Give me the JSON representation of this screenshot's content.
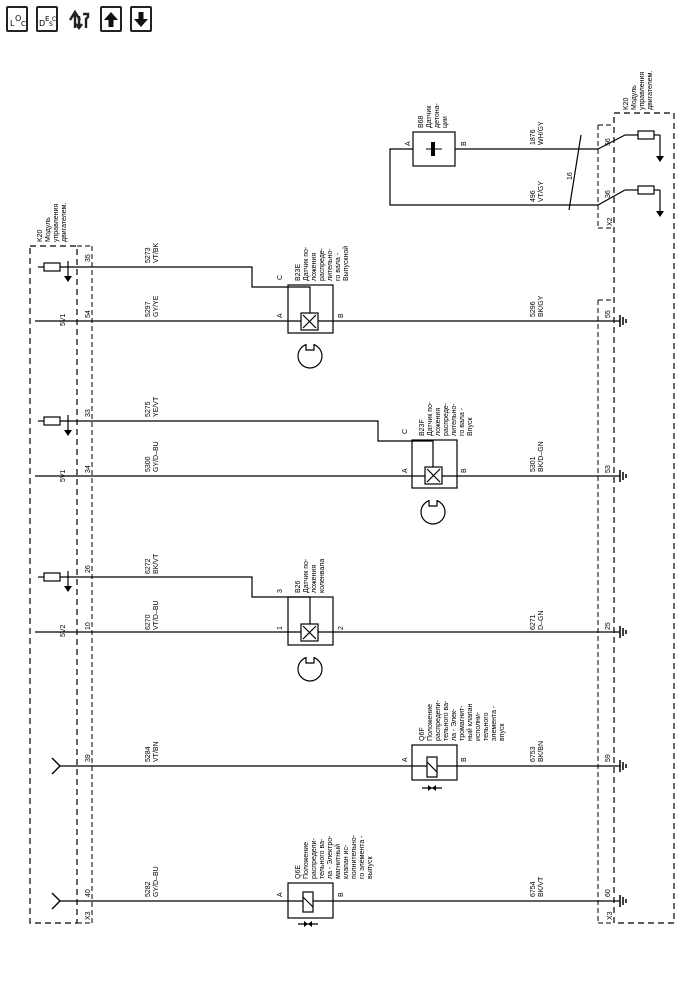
{
  "toolbar": {
    "buttons": [
      {
        "id": "loc",
        "label": "LOC",
        "icon": "loc-icon"
      },
      {
        "id": "desc",
        "label": "DESC",
        "icon": "desc-icon"
      },
      {
        "id": "tools",
        "icon": "wrench-arrows-icon"
      },
      {
        "id": "up",
        "icon": "arrow-up-icon"
      },
      {
        "id": "down",
        "icon": "arrow-down-icon"
      }
    ]
  },
  "modules": {
    "left": {
      "ref": "K20",
      "lines": [
        "Модуль",
        "управления",
        "двигателем."
      ],
      "x3": "X3"
    },
    "right": {
      "ref": "K20",
      "lines": [
        "Модуль",
        "управления",
        "двигателем."
      ],
      "x2": "X2",
      "x3": "X3"
    }
  },
  "components": {
    "b68": {
      "ref": "B68",
      "lines": [
        "Датчик",
        "детона-",
        "ции"
      ],
      "pinA": "A",
      "pinB": "B",
      "wire_top": {
        "num": "1876",
        "color": "WH/GY",
        "pin": "56"
      },
      "wire_bot": {
        "num": "496",
        "color": "VT/GY",
        "pin": "36"
      },
      "twist": "16"
    },
    "b23e": {
      "ref": "B23E",
      "lines": [
        "Датчик по-",
        "ложения",
        "распреде-",
        "лительно-",
        "го вала -",
        "Выпускной"
      ],
      "pinA": "A",
      "pinB": "B",
      "pinC": "C",
      "wire_c": {
        "num": "5273",
        "color": "VT/BK",
        "pin": "35"
      },
      "wire_a": {
        "num": "5297",
        "color": "GY/YE",
        "pin": "54",
        "volt": "5V1"
      },
      "wire_b": {
        "num": "5296",
        "color": "BK/GY",
        "pin": "55"
      }
    },
    "b23f": {
      "ref": "B23F",
      "lines": [
        "Датчик по-",
        "ложения",
        "распреде-",
        "лительно-",
        "го вала -",
        "Впуск"
      ],
      "pinA": "A",
      "pinB": "B",
      "pinC": "C",
      "wire_c": {
        "num": "5275",
        "color": "YE/VT",
        "pin": "33"
      },
      "wire_a": {
        "num": "5300",
        "color": "GY/D–BU",
        "pin": "34",
        "volt": "5V1"
      },
      "wire_b": {
        "num": "5301",
        "color": "BK/D–GN",
        "pin": "53"
      }
    },
    "b26": {
      "ref": "B26",
      "lines": [
        "Датчик по-",
        "ложения",
        "коленвала"
      ],
      "pin1": "1",
      "pin2": "2",
      "pin3": "3",
      "wire_3": {
        "num": "6272",
        "color": "BK/VT",
        "pin": "26"
      },
      "wire_1": {
        "num": "6270",
        "color": "VT/D–BU",
        "pin": "10",
        "volt": "5V2"
      },
      "wire_2": {
        "num": "6271",
        "color": "D–GN",
        "pin": "25"
      }
    },
    "q6f": {
      "ref": "Q6F",
      "lines": [
        "Положение",
        "распредели-",
        "тельного ва-",
        "ла - Элек-",
        "тромагнит-",
        "ный клапан",
        "исполни-",
        "тельного",
        "элемента -",
        "впуск"
      ],
      "pinA": "A",
      "pinB": "B",
      "wire_a": {
        "num": "5284",
        "color": "VT/BN",
        "pin": "39"
      },
      "wire_b": {
        "num": "6753",
        "color": "BK/BN",
        "pin": "59"
      }
    },
    "q6e": {
      "ref": "Q6E",
      "lines": [
        "Положение",
        "распредели-",
        "тельного ва-",
        "ла - Электро-",
        "магнитный",
        "клапан ис-",
        "полнительно-",
        "го элемента -",
        "выпуск"
      ],
      "pinA": "A",
      "pinB": "B",
      "wire_a": {
        "num": "5282",
        "color": "GY/D–BU",
        "pin": "40"
      },
      "wire_b": {
        "num": "6754",
        "color": "BK/VT",
        "pin": "60"
      }
    }
  }
}
